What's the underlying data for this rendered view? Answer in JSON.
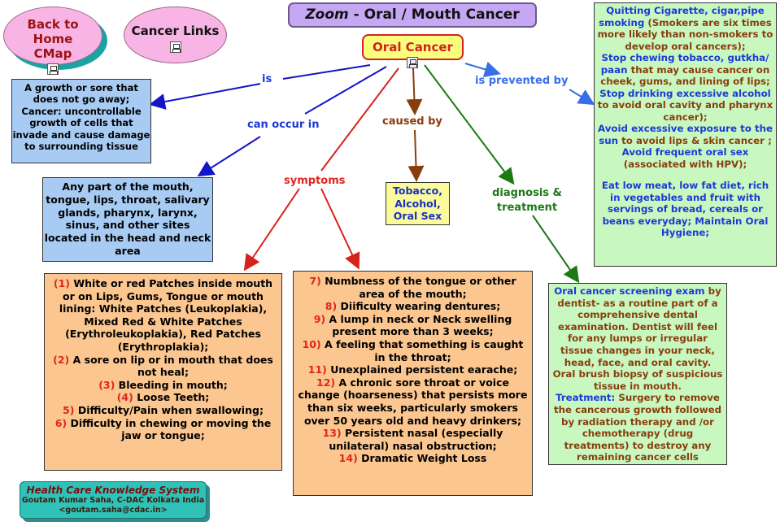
{
  "nav": {
    "back_label": "Back to Home CMap",
    "cancer_links_label": "Cancer Links"
  },
  "title": {
    "zoom": "Zoom",
    "rest": " - Oral / Mouth Cancer"
  },
  "center": {
    "label": "Oral Cancer"
  },
  "links": {
    "is": "is",
    "can_occur_in": "can occur in",
    "symptoms": "symptoms",
    "caused_by": "caused by",
    "diagnosis": "diagnosis & treatment",
    "prevented": "is prevented by"
  },
  "is_box": "A growth or sore that does not go away; Cancer: uncontrollable growth of cells that invade and cause damage to surrounding tissue",
  "occur_box": "Any part of the mouth, tongue, lips, throat, salivary glands, pharynx, larynx, sinus, and other sites located in the head and neck area",
  "cause_box": "Tobacco, Alcohol, Oral Sex",
  "symptoms_left": [
    {
      "num": "(1)",
      "text": "White or red Patches inside mouth or on Lips, Gums, Tongue or mouth lining: White Patches (Leukoplakia), Mixed Red & White Patches (Erythroleukoplakia), Red Patches (Erythroplakia);"
    },
    {
      "num": "(2)",
      "text": "A sore on lip or in mouth that does not heal;"
    },
    {
      "num": "(3)",
      "text": "Bleeding in mouth;"
    },
    {
      "num": "(4)",
      "text": "Loose Teeth;"
    },
    {
      "num": "5)",
      "text": "Difficulty/Pain when swallowing;"
    },
    {
      "num": "6)",
      "text": "Difficulty in chewing or moving the jaw or tongue;"
    }
  ],
  "symptoms_right": [
    {
      "num": "7)",
      "text": "Numbness of the tongue or other area of the mouth;"
    },
    {
      "num": "8)",
      "text": "Diificulty wearing dentures;"
    },
    {
      "num": "9)",
      "text": "A lump in neck or Neck swelling present more than 3 weeks;"
    },
    {
      "num": "10)",
      "text": "A feeling that something is caught in the throat;"
    },
    {
      "num": "11)",
      "text": "Unexplained persistent earache;"
    },
    {
      "num": "12)",
      "text": "A chronic sore throat or voice change (hoarseness) that persists more than six weeks, particularly smokers over 50 years old and heavy drinkers;"
    },
    {
      "num": "13)",
      "text": "Persistent nasal (especially unilateral) nasal obstruction;"
    },
    {
      "num": "14)",
      "text": "Dramatic Weight Loss"
    }
  ],
  "prevention": [
    {
      "lead": "Quitting Cigarette, cigar,pipe smoking",
      "rest": " (Smokers are six times more likely than non-smokers to develop oral cancers);"
    },
    {
      "lead": "Stop chewing tobacco, gutkha/ paan",
      "rest": " that may cause cancer on cheek, gums, and lining of lips;"
    },
    {
      "lead": "Stop drinking excessive alcohol",
      "rest": " to avoid oral cavity and pharynx cancer);"
    },
    {
      "lead": "Avoid excessive exposure to the sun",
      "rest": " to avoid lips & skin cancer ;"
    },
    {
      "lead": "Avoid frequent oral sex",
      "rest": " (associated with HPV);"
    },
    {
      "lead": "Eat low meat, low fat diet, rich in vegetables and fruit with servings of bread, cereals or beans everyday; Maintain Oral Hygiene;",
      "rest": ""
    }
  ],
  "diagnosis": {
    "lead": "Oral cancer screening exam",
    "rest": " by dentist- as a routine part of a comprehensive dental examination. Dentist will feel for any lumps or irregular tissue changes in your neck, head, face, and oral cavity. Oral brush biopsy of suspicious tissue in mouth.",
    "treat_label": "Treatment:",
    "treat_text": " Surgery to remove the cancerous growth followed by radiation therapy and /or chemotherapy (drug treatments) to destroy any remaining cancer cells"
  },
  "footer": {
    "title": "Health Care Knowledge System",
    "author": "Goutam Kumar Saha, C-DAC Kolkata India",
    "email": "<goutam.saha@cdac.in>"
  }
}
